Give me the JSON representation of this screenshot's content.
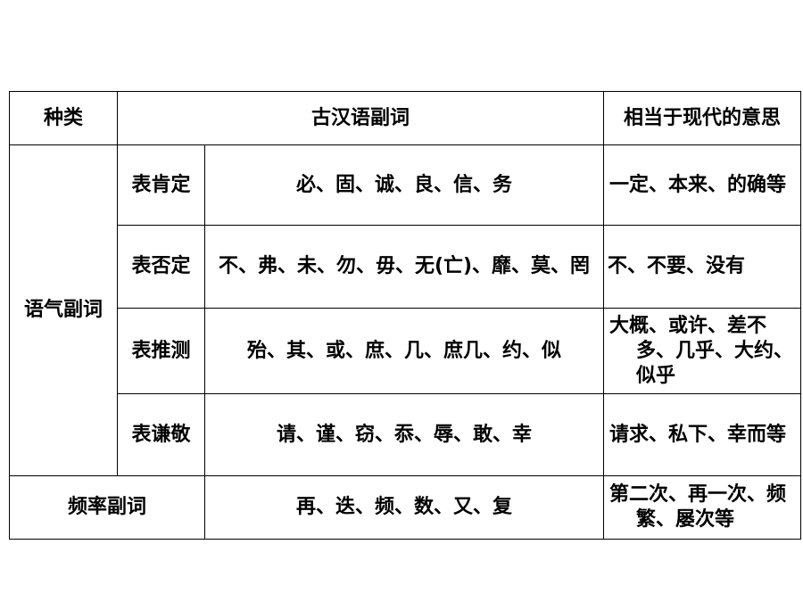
{
  "header": {
    "category": "种类",
    "adverbs": "古汉语副词",
    "modern_meaning": "相当于现代的意思"
  },
  "group_modal": "语气副词",
  "rows": [
    {
      "subtype": "表肯定",
      "words": "必、固、诚、良、信、务",
      "meaning": "一定、本来、的确等"
    },
    {
      "subtype": "表否定",
      "words": "不、弗、未、勿、毋、无(亡)、靡、莫、罔",
      "meaning": "不、不要、没有"
    },
    {
      "subtype": "表推测",
      "words": "殆、其、或、庶、几、庶几、约、似",
      "meaning": "大概、或许、差不多、几乎、大约、似乎"
    },
    {
      "subtype": "表谦敬",
      "words": "请、谨、窃、忝、辱、敢、幸",
      "meaning": "请求、私下、幸而等"
    }
  ],
  "frequency": {
    "type": "频率副词",
    "words": "再、迭、频、数、又、复",
    "meaning": "第二次、再一次、频繁、屡次等"
  }
}
